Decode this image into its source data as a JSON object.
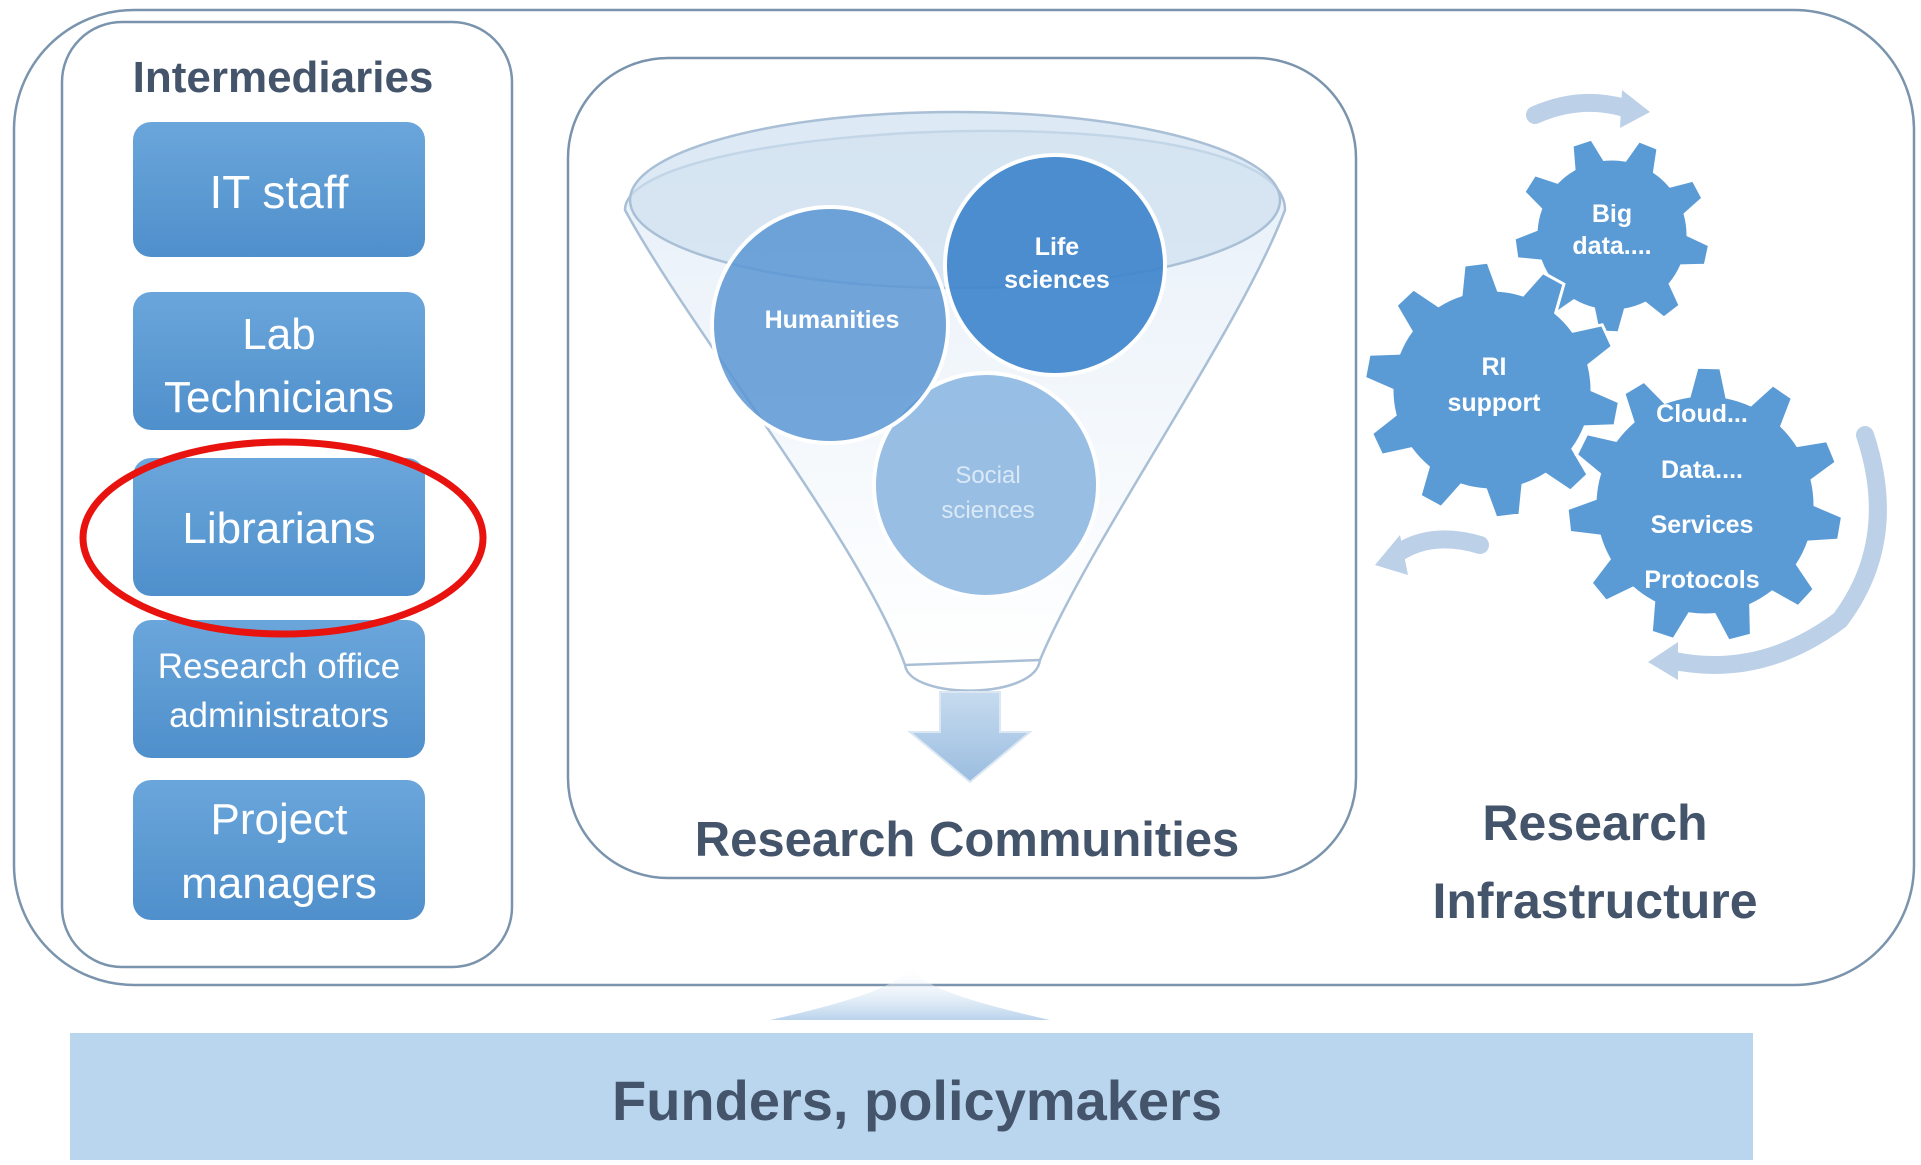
{
  "intermediaries": {
    "title": "Intermediaries",
    "items": [
      {
        "lines": [
          "IT staff"
        ]
      },
      {
        "lines": [
          "Lab",
          "Technicians"
        ]
      },
      {
        "lines": [
          "Librarians"
        ]
      },
      {
        "lines": [
          "Research office",
          "administrators"
        ]
      },
      {
        "lines": [
          "Project",
          "managers"
        ]
      }
    ]
  },
  "communities": {
    "title": "Research Communities",
    "circles": [
      {
        "lines": [
          "Humanities"
        ]
      },
      {
        "lines": [
          "Life",
          "sciences"
        ]
      },
      {
        "lines": [
          "Social",
          "sciences"
        ]
      }
    ]
  },
  "infrastructure": {
    "title_lines": [
      "Research",
      "Infrastructure"
    ],
    "gears": [
      {
        "lines": [
          "Big",
          "data...."
        ]
      },
      {
        "lines": [
          "RI",
          "support"
        ]
      },
      {
        "lines": [
          "Cloud...",
          "Data....",
          "Services",
          "Protocols"
        ]
      }
    ]
  },
  "funders": {
    "label": "Funders, policymakers"
  },
  "colors": {
    "box_blue": "#5b9bd5",
    "outline": "#7a94ad",
    "funders_bar": "#bad5ee",
    "heading_text": "#44546a",
    "highlight_red": "#e8130f"
  }
}
